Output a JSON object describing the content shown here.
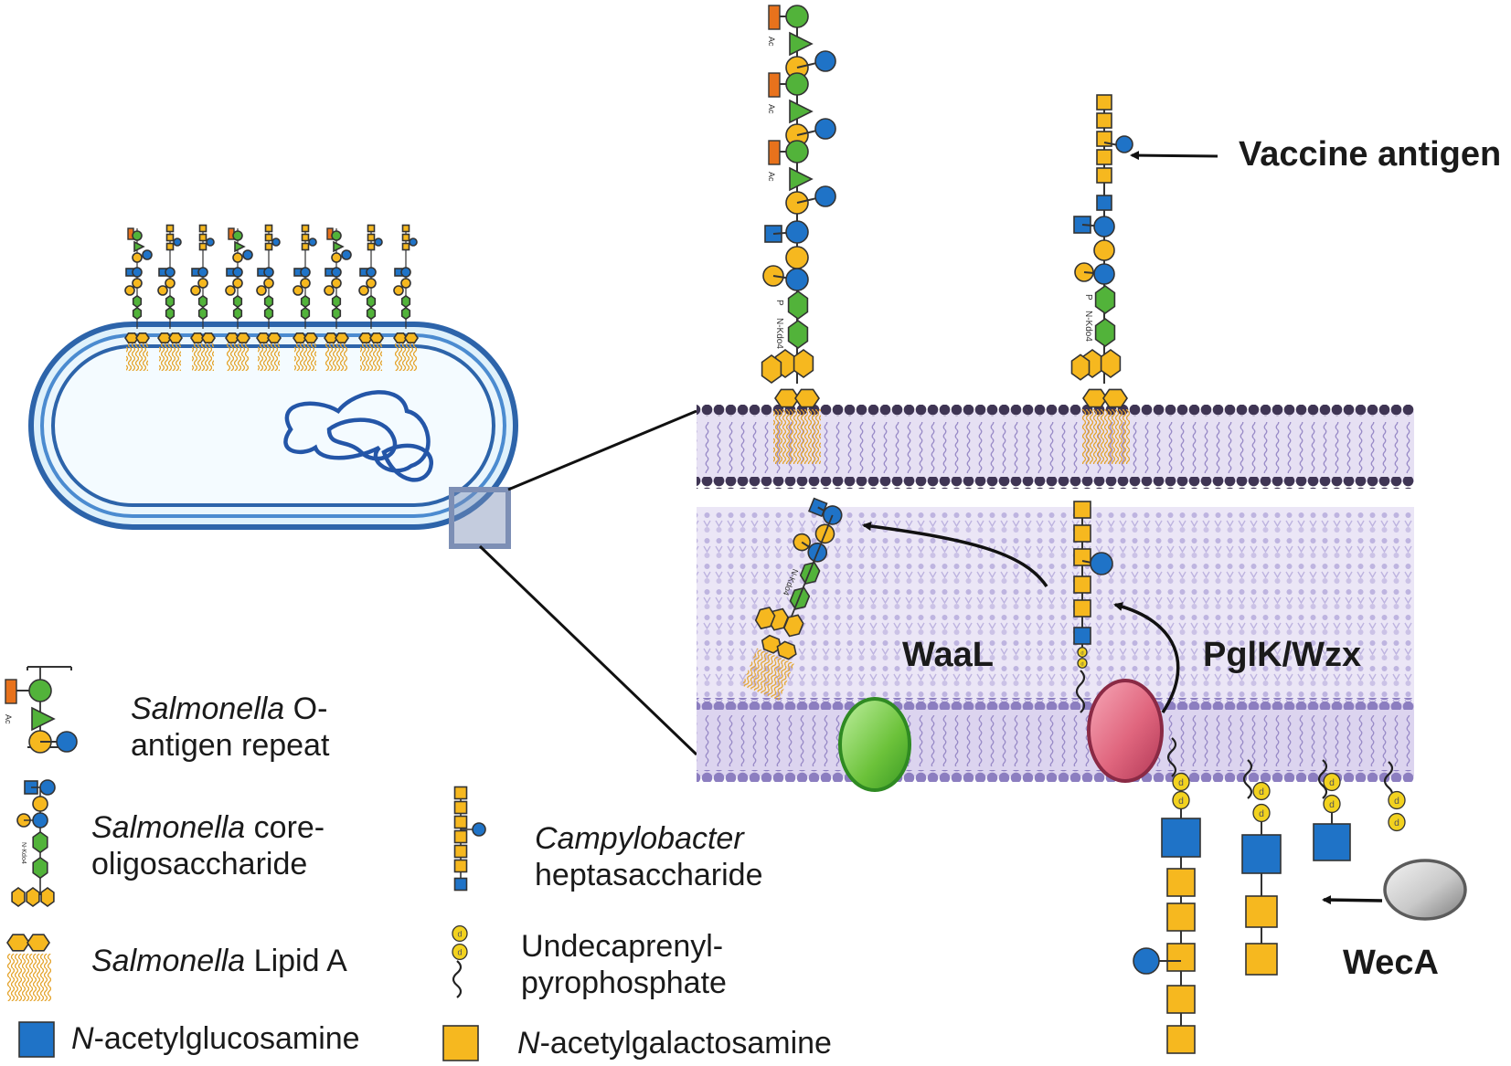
{
  "labels": {
    "vaccine_antigen": "Vaccine antigen",
    "waal": "WaaL",
    "pglk_wzx": "PglK/Wzx",
    "weca": "WecA"
  },
  "legend": {
    "o_antigen": {
      "italic": "Salmonella",
      "rest1": " O-",
      "line2": "antigen repeat"
    },
    "core": {
      "italic": "Salmonella",
      "rest1": " core-",
      "line2": "oligosaccharide"
    },
    "lipid_a": {
      "italic": "Salmonella",
      "rest1": " Lipid A"
    },
    "glcnac": {
      "italic": "N",
      "rest1": "-acetylglucosamine"
    },
    "campy": {
      "italic": "Campylobacter",
      "line2": "heptasaccharide"
    },
    "undecaprenyl": {
      "line1": "Undecaprenyl-",
      "line2": "pyrophosphate"
    },
    "galnac": {
      "italic": "N",
      "rest1": "-acetylgalactosamine"
    }
  },
  "symbol_text": {
    "acetyl": "Ac",
    "phosphate": "P",
    "hept_label": "N-Kdo4",
    "undecaprenyl_mark": "d"
  },
  "colors": {
    "galnac_yellow": "#f6b81f",
    "glcnac_blue": "#1f73c7",
    "hexose_green": "#52b33a",
    "hexose_circle_yellow": "#f6b81f",
    "acetyl_orange": "#e8721c",
    "membrane_purple": "#d9d2ec",
    "headgroup_purple": "#7f70b0",
    "cell_blue": "#2d64aa",
    "waal_green": "#7ccb45",
    "pglk_red": "#d64a67",
    "weca_grey": "#bdbdbd"
  }
}
